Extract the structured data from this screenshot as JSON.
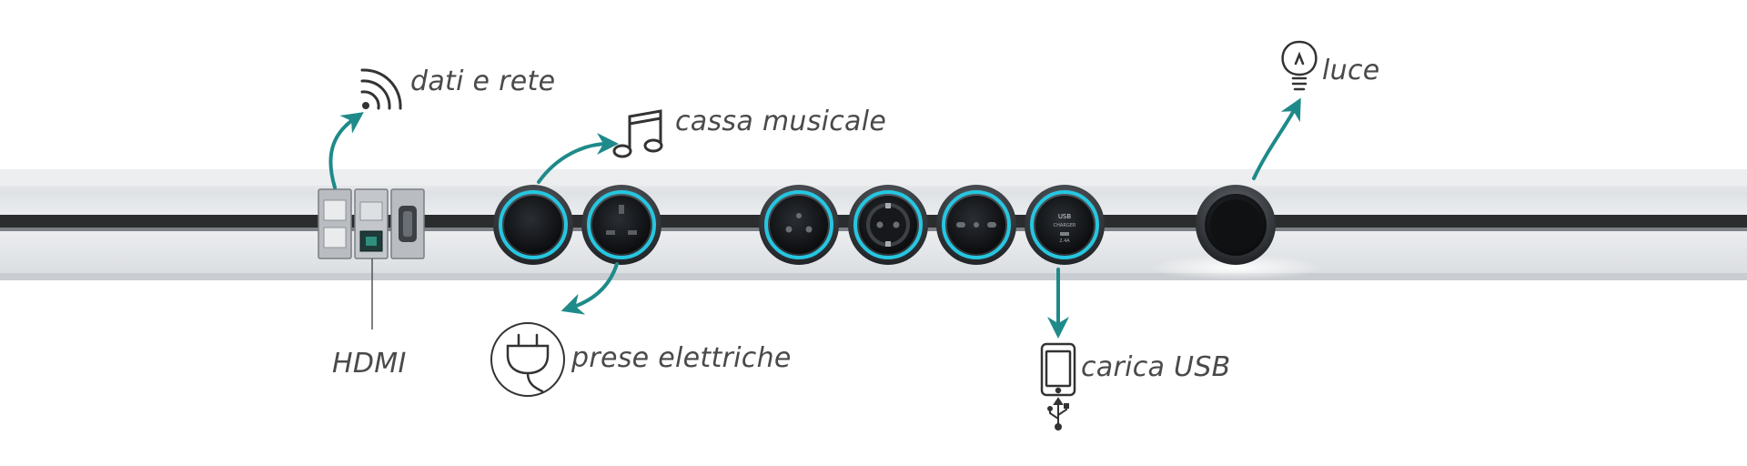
{
  "labels": {
    "data_network": "dati e rete",
    "music_speaker": "cassa musicale",
    "light": "luce",
    "hdmi": "HDMI",
    "power_sockets": "prese elettriche",
    "usb_charging": "carica USB"
  },
  "usb_module": {
    "line1": "USB",
    "line2": "CHARGER",
    "line3": "2.4A"
  },
  "colors": {
    "accent_teal": "#1f8a8a",
    "led_ring": "#26c6e0",
    "track": "#e6e8ea",
    "track_groove": "#2a2c2e",
    "icon_stroke": "#333333",
    "label_text": "#4a4a4a"
  },
  "icons": [
    "wifi-icon",
    "music-note-icon",
    "light-bulb-icon",
    "plug-icon",
    "smartphone-icon",
    "usb-icon"
  ]
}
